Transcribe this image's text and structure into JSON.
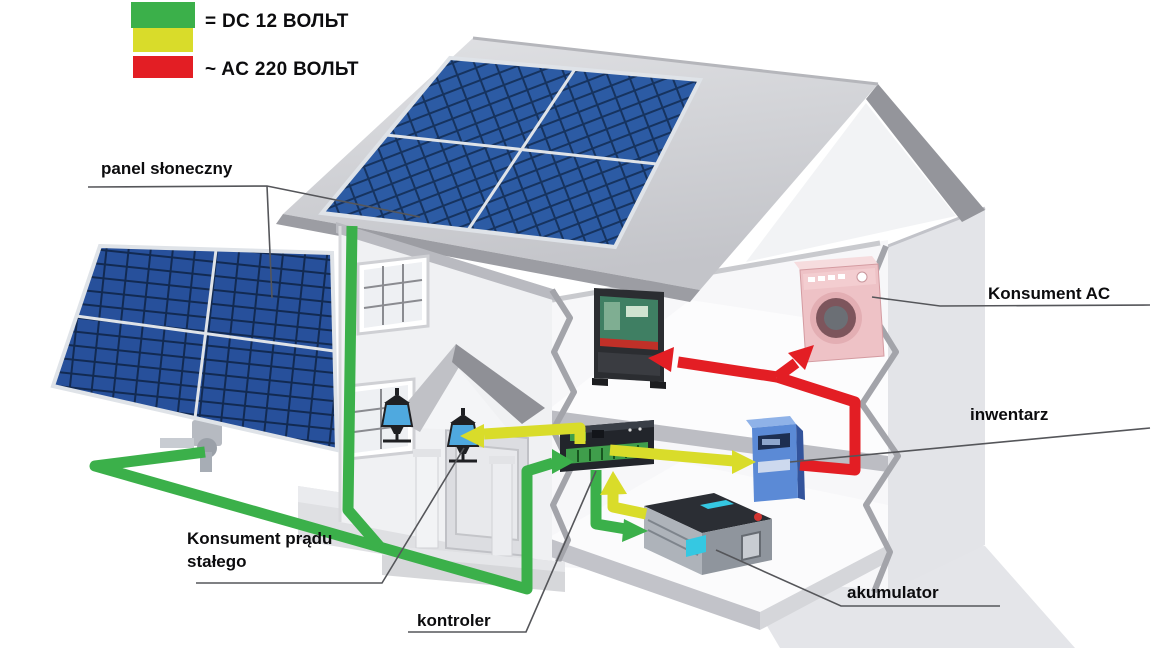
{
  "legend": {
    "dc_label": "= DC 12 ВОЛЬТ",
    "ac_label": "~ AC 220 ВОЛЬТ"
  },
  "colors": {
    "dc_green": "#3bb04a",
    "dc_yellow": "#d9dc2a",
    "ac_red": "#e31e24"
  },
  "labels": {
    "solar_panel": "panel słoneczny",
    "ac_consumer": "Konsument AC",
    "inverter": "inwentarz",
    "dc_consumer": "Konsument prądu stałego",
    "controller": "kontroler",
    "battery": "akumulator"
  }
}
